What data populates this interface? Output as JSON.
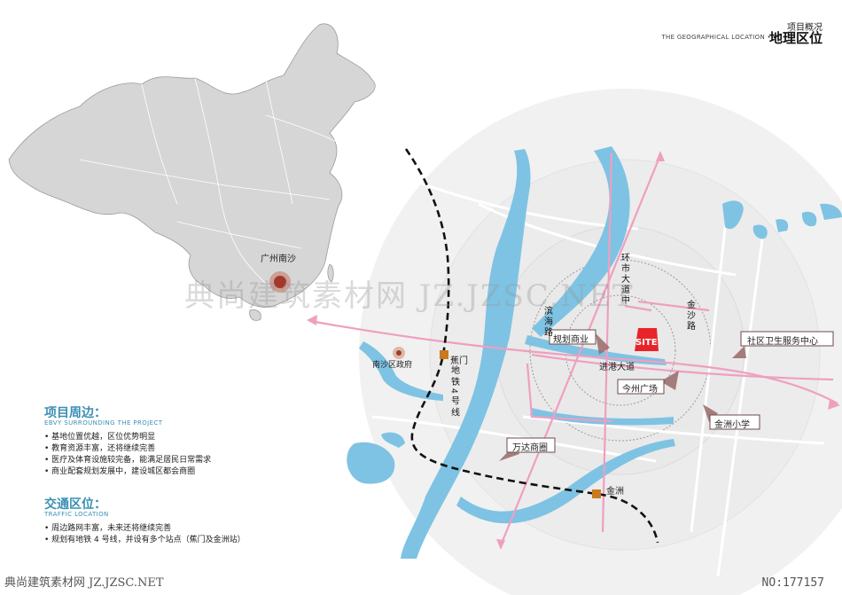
{
  "header": {
    "title_cn_small": "项目概况",
    "title_en": "THE GEOGRAPHICAL LOCATION",
    "title_cn_big": "地理区位"
  },
  "china_map": {
    "marker_label": "广州南沙"
  },
  "map_labels": {
    "site": "SITE",
    "guihua": "规划商业",
    "shequ": "社区卫生服务中心",
    "jinzhou_plaza": "今州广场",
    "jinzhou_school": "金洲小学",
    "wanda": "万达商圈",
    "huanshi": "环市大道中",
    "binhai": "滨海路",
    "jinsha": "金沙路",
    "jingang": "进港大道",
    "jiaomen": "蕉门",
    "jinzhou_station": "金洲",
    "nansha_gov": "南沙区政府",
    "metro": "地铁4号线"
  },
  "surrounding": {
    "title": "项目周边：",
    "subtitle": "EBVY SURROUNDING THE PROJECT",
    "items": [
      "基地位置优越，区位优势明显",
      "教育资源丰富，还将继续完善",
      "医疗及体育设施较完备，能满足居民日常需求",
      "商业配套规划发展中，建设城区都会商圈"
    ]
  },
  "traffic": {
    "title": "交通区位：",
    "subtitle": "TRAFFIC LOCATION",
    "items": [
      "周边路网丰富，未来还将继续完善",
      "规划有地铁 4 号线，并设有多个站点（蕉门及金洲站）"
    ]
  },
  "watermark": "典尚建筑素材网 JZ.JZSC.NET",
  "footer": {
    "left": "典尚建筑素材网 JZ.JZSC.NET",
    "right": "NO:177157"
  },
  "colors": {
    "water": "#7ec3e3",
    "road": "#ef9fc0",
    "site": "#e8242a",
    "metro": "#111111",
    "map_fill": "#d6d6d6",
    "accent": "#3a8fb5"
  }
}
